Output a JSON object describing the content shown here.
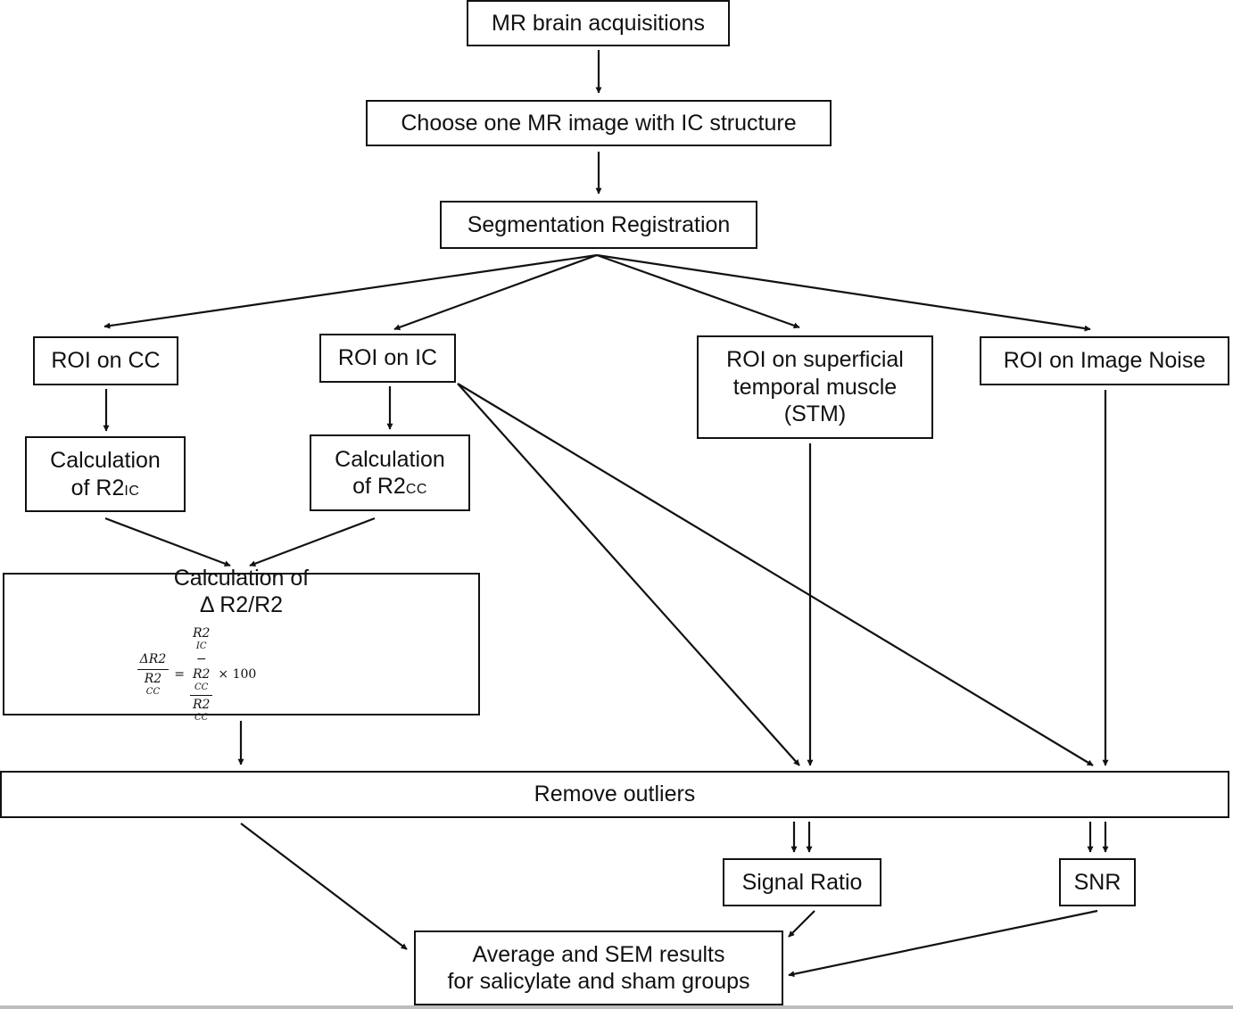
{
  "nodes": {
    "acquisitions": "MR brain acquisitions",
    "choose_image": "Choose one MR image with IC structure",
    "segmentation": "Segmentation Registration",
    "roi_cc": "ROI on CC",
    "roi_ic": "ROI on IC",
    "roi_stm": {
      "line1": "ROI on superficial",
      "line2": "temporal muscle",
      "line3": "(STM)"
    },
    "roi_noise": "ROI on Image Noise",
    "calc_r2ic": {
      "line1": "Calculation",
      "prefix": "of R2",
      "subscript": "IC"
    },
    "calc_r2cc": {
      "line1": "Calculation",
      "prefix": "of R2",
      "subscript": "CC"
    },
    "calc_delta": {
      "line1": "Calculation of",
      "line2": "Δ R2/R2",
      "formula": {
        "lhs_num": "ΔR2",
        "lhs_den_base": "R2",
        "lhs_den_sub": "CC",
        "equals": "=",
        "rhs_num_a_base": "R2",
        "rhs_num_a_sub": "IC",
        "minus": "−",
        "rhs_num_b_base": "R2",
        "rhs_num_b_sub": "CC",
        "rhs_den_base": "R2",
        "rhs_den_sub": "CC",
        "times": "× 100"
      }
    },
    "remove_outliers": "Remove outliers",
    "signal_ratio": "Signal Ratio",
    "snr": "SNR",
    "average": {
      "line1": "Average and SEM results",
      "line2": "for salicylate and sham groups"
    }
  }
}
